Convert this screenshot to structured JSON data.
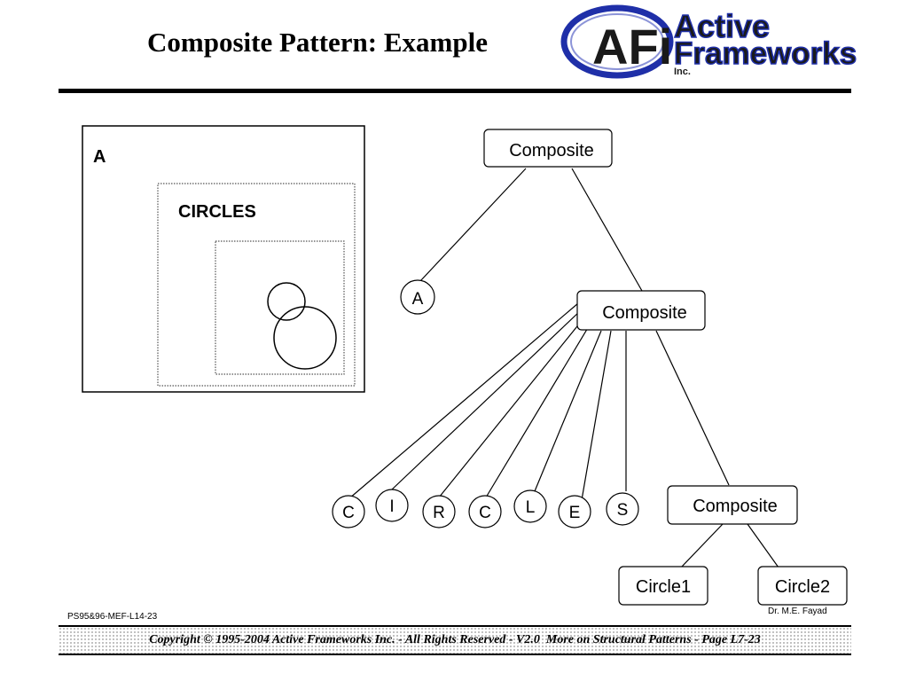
{
  "header": {
    "title": "Composite Pattern: Example",
    "logo": {
      "monogram": "AFi",
      "line1": "Active",
      "line2": "Frameworks",
      "suffix": "Inc."
    }
  },
  "screen_illustration": {
    "outer_label": "A",
    "inner_label": "CIRCLES"
  },
  "tree": {
    "root": {
      "label": "Composite"
    },
    "leaf_a": {
      "label": "A"
    },
    "mid": {
      "label": "Composite"
    },
    "letters": [
      "C",
      "I",
      "R",
      "C",
      "L",
      "E",
      "S"
    ],
    "sub": {
      "label": "Composite"
    },
    "circle1": {
      "label": "Circle1"
    },
    "circle2": {
      "label": "Circle2"
    }
  },
  "footer": {
    "slide_code": "PS95&96-MEF-L14-23",
    "author": "Dr. M.E. Fayad",
    "copyright": "Copyright © 1995-2004 Active Frameworks Inc. - All Rights Reserved - V2.0",
    "section": "More on Structural Patterns - Page L7-23"
  },
  "colors": {
    "logo_blue": "#1f2fa8",
    "logo_gray": "#6b6b6b",
    "text": "#000000"
  }
}
